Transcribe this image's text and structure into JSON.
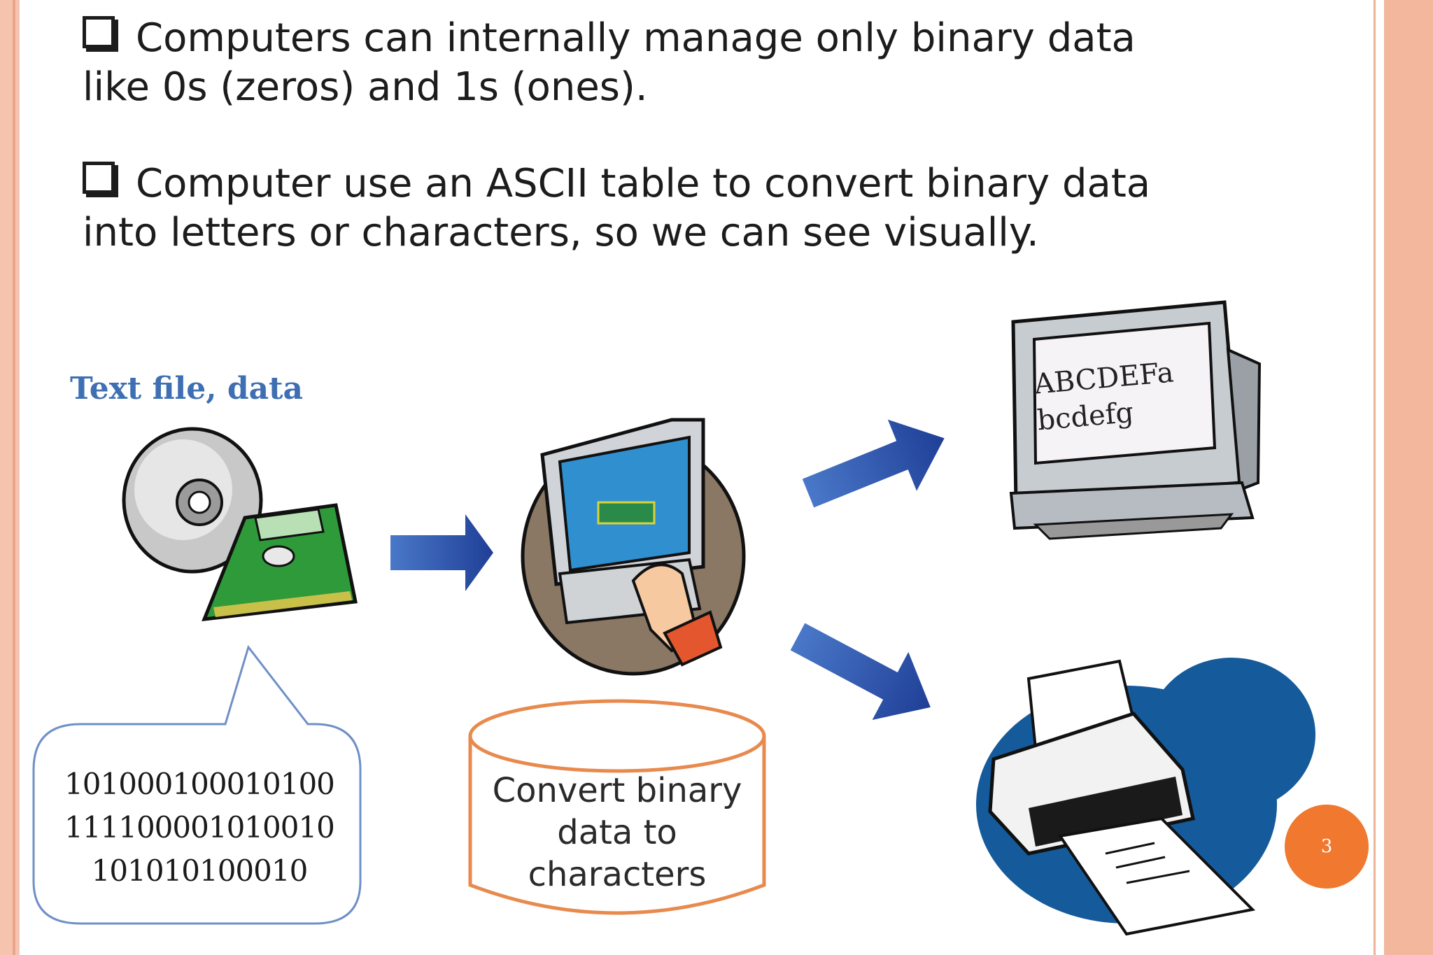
{
  "bullets": [
    {
      "line1": "Computers can internally manage only binary data",
      "line2": "like 0s (zeros) and 1s (ones)."
    },
    {
      "line1": "Computer use an ASCII table to convert binary data",
      "line2": "into letters or characters, so we can see visually."
    }
  ],
  "diagram": {
    "source_caption": "Text file, data",
    "binary_lines": [
      "101000100010100",
      "111100001010010",
      "101010100010"
    ],
    "converter_lines": [
      "Convert binary",
      "data to",
      "characters"
    ],
    "screen_lines": [
      "ABCDEFa",
      "bcdefg"
    ]
  },
  "page_number": "3",
  "colors": {
    "accent_orange": "#f0782f",
    "arrow_blue": "#2a4fa8",
    "caption_blue": "#3f6fb3",
    "border_peach": "#f3b79d"
  }
}
